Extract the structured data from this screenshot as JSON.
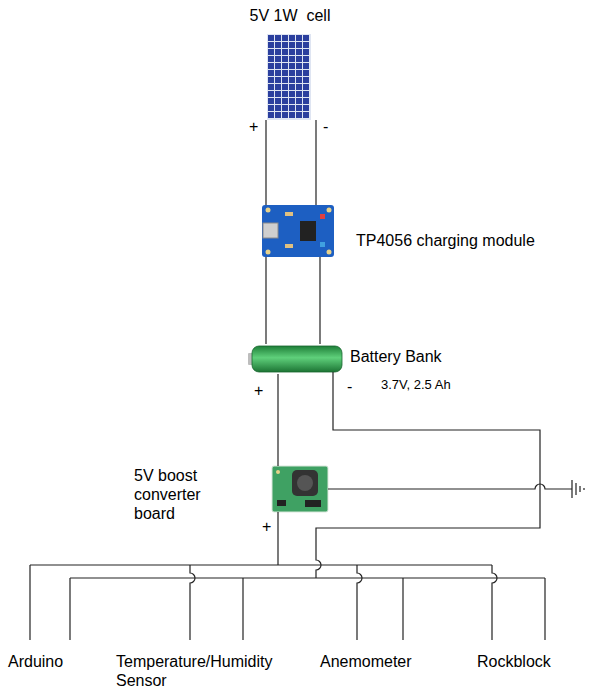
{
  "diagram": {
    "nodes": [
      {
        "text": [
          "5V 1W  cell"
        ]
      },
      {
        "text": [
          "TP4056 charging module"
        ]
      },
      {
        "text": [
          "Battery Bank",
          "3.7V, 2.5 Ah"
        ]
      },
      {
        "text": [
          "5V boost converter board"
        ]
      }
    ],
    "edges": [
      {
        "from": 0,
        "to": 1,
        "arrow": "none"
      },
      {
        "from": 0,
        "to": 1,
        "arrow": "none"
      },
      {
        "from": 1,
        "to": 2,
        "arrow": "none"
      },
      {
        "from": 1,
        "to": 2,
        "arrow": "none"
      },
      {
        "from": 2,
        "to": 3,
        "arrow": "none"
      }
    ],
    "labels": [
      "+",
      "-",
      "+",
      "-",
      "+",
      "Arduino",
      "Temperature/Humidity Sensor",
      "Anemometer",
      "Rockblock"
    ]
  }
}
